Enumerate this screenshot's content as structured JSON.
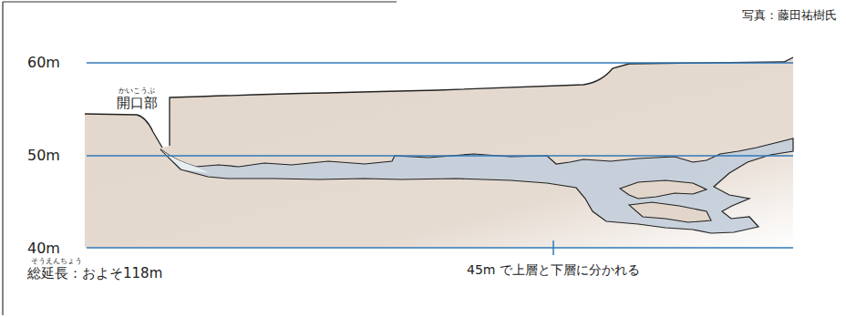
{
  "diagram": {
    "labels": [
      "写真：藤田祐樹氏",
      "60m",
      "かいこうぶ",
      "開口部",
      "50m",
      "40m",
      "そうえんちょう",
      "総延長：およそ118m",
      "45m で上層と下層に分かれる"
    ]
  }
}
